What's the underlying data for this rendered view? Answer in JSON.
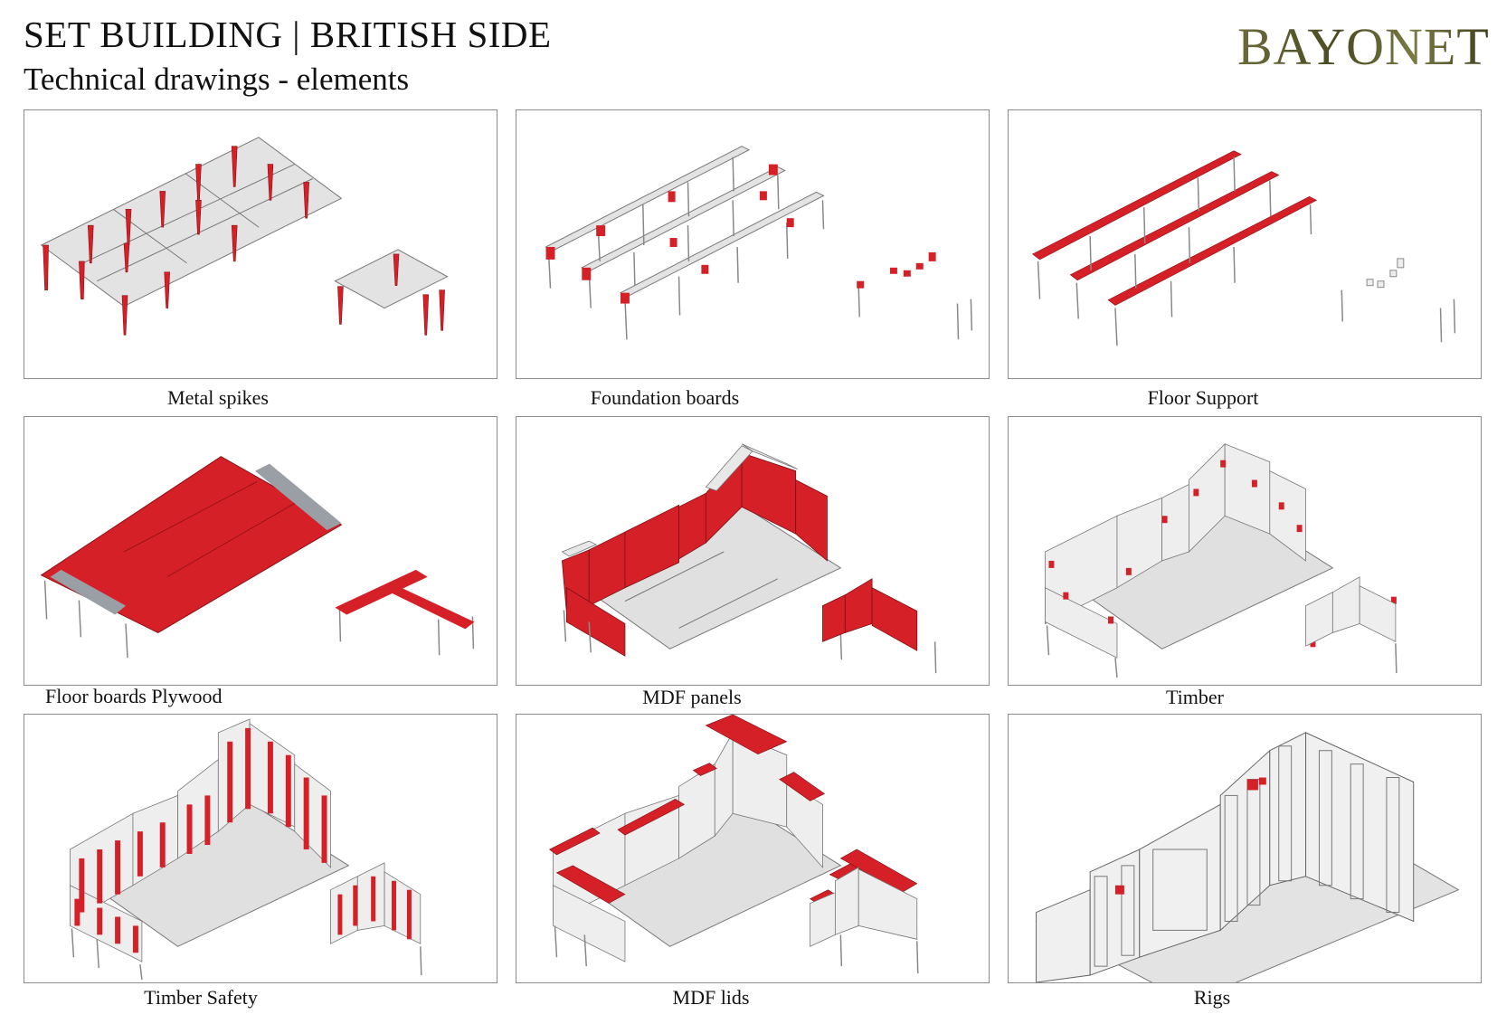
{
  "header": {
    "title": "SET BUILDING | BRITISH SIDE",
    "subtitle": "Technical drawings - elements",
    "logo": "BAYONET"
  },
  "colors": {
    "accent": "#d62027",
    "drawing_gray": "#d9d9d9",
    "line": "#555555",
    "frame": "#8c8c8c",
    "logo": "#5a5a2a"
  },
  "panels": [
    {
      "caption": "Metal spikes"
    },
    {
      "caption": "Foundation boards"
    },
    {
      "caption": "Floor Support"
    },
    {
      "caption": "Floor boards Plywood"
    },
    {
      "caption": "MDF panels"
    },
    {
      "caption": "Timber"
    },
    {
      "caption": "Timber Safety"
    },
    {
      "caption": "MDF lids"
    },
    {
      "caption": "Rigs"
    }
  ]
}
